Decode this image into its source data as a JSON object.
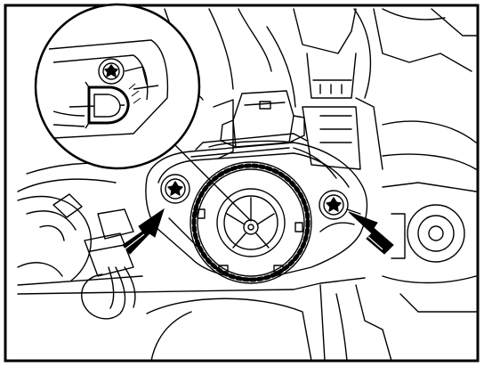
{
  "figure": {
    "kind": "technical line drawing",
    "colors": {
      "ink": "#000000",
      "paper": "#ffffff",
      "arrow_fill": "#000000"
    },
    "callouts": [
      {
        "name": "arrow-left-screw",
        "points_to": "left-torx-screw"
      },
      {
        "name": "arrow-right-screw",
        "points_to": "right-torx-screw"
      }
    ],
    "detail_inset": {
      "shape": "circle",
      "shows": "torx-screw-and-bracket-detail"
    }
  }
}
